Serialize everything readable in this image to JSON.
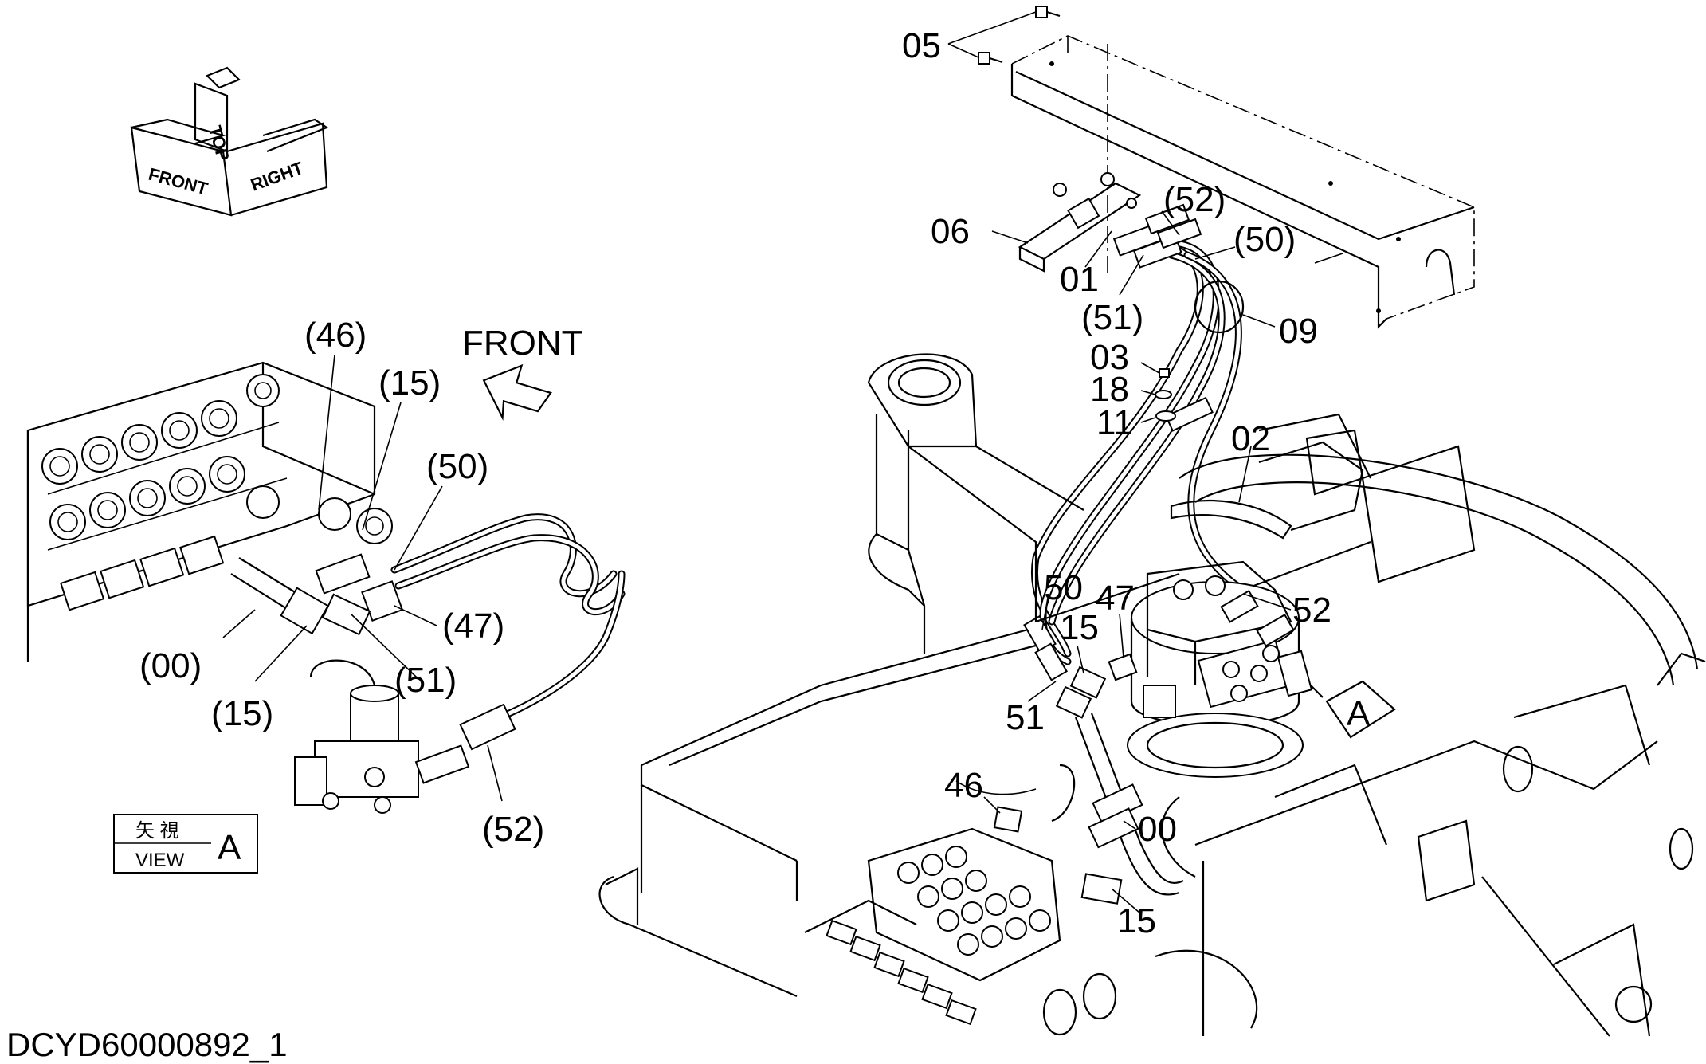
{
  "drawing_id": "DCYD60000892_1",
  "orientation_cube": {
    "front": "FRONT",
    "top": "TOP",
    "right": "RIGHT"
  },
  "front_arrow_label": "FRONT",
  "view_box": {
    "kanji": "矢 視",
    "view": "VIEW",
    "letter": "A"
  },
  "view_marker": "A",
  "callouts_detail": [
    {
      "id": "c46",
      "text": "(46)"
    },
    {
      "id": "c15a",
      "text": "(15)"
    },
    {
      "id": "c50",
      "text": "(50)"
    },
    {
      "id": "c47",
      "text": "(47)"
    },
    {
      "id": "c51",
      "text": "(51)"
    },
    {
      "id": "c00",
      "text": "(00)"
    },
    {
      "id": "c15b",
      "text": "(15)"
    },
    {
      "id": "c52",
      "text": "(52)"
    }
  ],
  "callouts_main": [
    {
      "id": "m05",
      "text": "05"
    },
    {
      "id": "m06",
      "text": "06"
    },
    {
      "id": "m01",
      "text": "01"
    },
    {
      "id": "m52p",
      "text": "(52)"
    },
    {
      "id": "m50p",
      "text": "(50)"
    },
    {
      "id": "m51p",
      "text": "(51)"
    },
    {
      "id": "m09",
      "text": "09"
    },
    {
      "id": "m03",
      "text": "03"
    },
    {
      "id": "m18",
      "text": "18"
    },
    {
      "id": "m11",
      "text": "11"
    },
    {
      "id": "m02",
      "text": "02"
    },
    {
      "id": "m50",
      "text": "50"
    },
    {
      "id": "m47",
      "text": "47"
    },
    {
      "id": "m15a",
      "text": "15"
    },
    {
      "id": "m52",
      "text": "52"
    },
    {
      "id": "m51",
      "text": "51"
    },
    {
      "id": "m46",
      "text": "46"
    },
    {
      "id": "m00",
      "text": "00"
    },
    {
      "id": "m15b",
      "text": "15"
    }
  ]
}
